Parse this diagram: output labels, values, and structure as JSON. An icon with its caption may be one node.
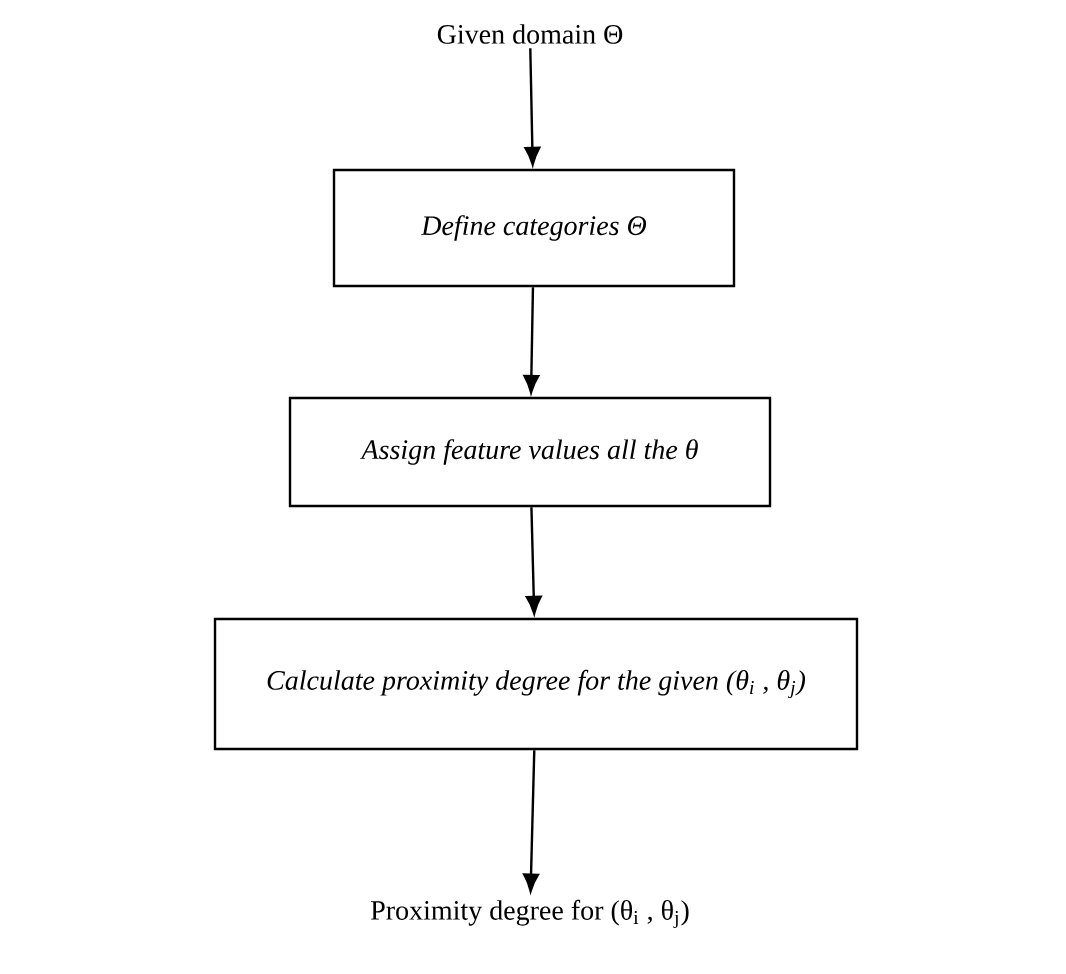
{
  "diagram": {
    "nodes": [
      {
        "text": [
          "Given domain Θ"
        ]
      },
      {
        "text": [
          "Define categories  Θ"
        ]
      },
      {
        "text": [
          "Assign feature values all the  θ"
        ]
      },
      {
        "text": [
          "Calculate proximity degree for the given (θ$_{i}$ , θ$_{j}$)"
        ]
      },
      {
        "text": [
          "Proximity degree for (θ$_{i}$ , θ$_{j}$)"
        ]
      }
    ],
    "edges": [
      {
        "from": 0,
        "to": 1,
        "arrow": "to"
      },
      {
        "from": 1,
        "to": 2,
        "arrow": "to"
      },
      {
        "from": 2,
        "to": 3,
        "arrow": "to"
      },
      {
        "from": 3,
        "to": 4,
        "arrow": "to"
      }
    ]
  }
}
